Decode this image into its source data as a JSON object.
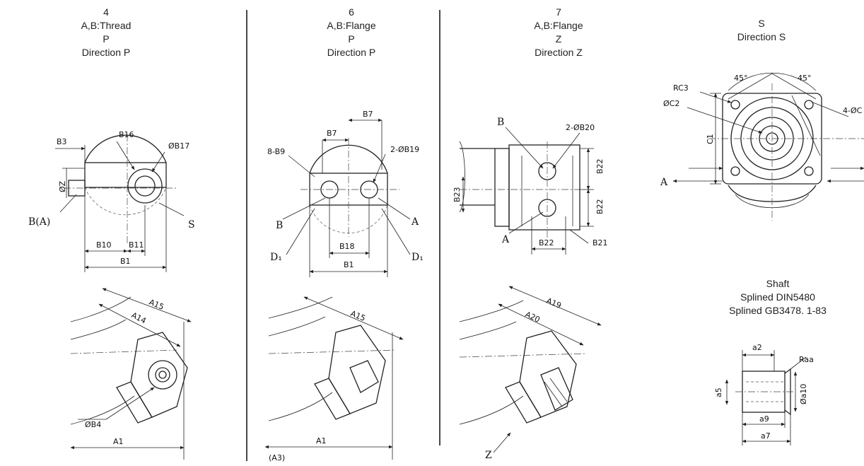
{
  "headers": {
    "col4": {
      "num": "4",
      "type": "A,B:Thread",
      "view": "P",
      "direction": "Direction P"
    },
    "col6": {
      "num": "6",
      "type": "A,B:Flange",
      "view": "P",
      "direction": "Direction P"
    },
    "col7": {
      "num": "7",
      "type": "A,B:Flange",
      "view": "Z",
      "direction": "Direction Z"
    },
    "colS": {
      "view": "S",
      "direction": "Direction S"
    },
    "shaft": {
      "title": "Shaft",
      "line1": "Splined DIN5480",
      "line2": "Splined GB3478. 1-83"
    }
  },
  "dims": {
    "p4": {
      "b3": "B3",
      "b16": "B16",
      "b17": "ØB17",
      "a2": "ØZ",
      "ba": "B(A)",
      "s": "S",
      "b10": "B10",
      "b11": "B11",
      "b1": "B1",
      "a15": "A15",
      "a14": "A14",
      "b4": "ØB4",
      "a1": "A1"
    },
    "p6": {
      "b7a": "B7",
      "b7b": "B7",
      "b9": "8-B9",
      "b19": "2-ØB19",
      "b": "B",
      "a": "A",
      "d1": "D₁",
      "d1b": "D₁",
      "b18": "B18",
      "b1": "B1",
      "a15": "A15",
      "a1": "A1",
      "a3": "(A3)"
    },
    "p7": {
      "b": "B",
      "b20": "2-ØB20",
      "b22a": "B22",
      "b22b": "B22",
      "b23": "B23",
      "a": "A",
      "b22c": "B22",
      "b21": "B21",
      "a19": "A19",
      "a20": "A20",
      "z": "Z"
    },
    "s": {
      "a45a": "45°",
      "a45b": "45°",
      "rc3": "RC3",
      "c2": "ØC2",
      "c1": "C1",
      "c4": "4-ØC",
      "a": "A"
    },
    "shaft": {
      "a2": "a2",
      "ra": "Raa",
      "a5": "a5",
      "a10": "Øa10",
      "a9": "a9",
      "a7": "a7"
    }
  }
}
